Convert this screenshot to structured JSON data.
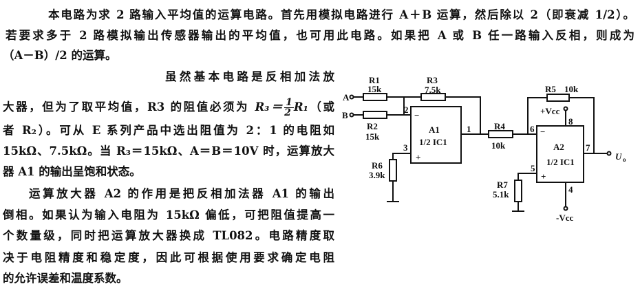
{
  "intro": {
    "lines": [
      "本电路为求 2 路输入平均值的运算电路。首先用模拟电路进行 A＋B 运算，然后除以 2（即衰减 1/2）。",
      "若要求多于 2 路模拟输出传感器输出的平均值，也可用此电路。如果把 A 或 B 任一路输入反相，则成为",
      "（A－B）/2 的运算。"
    ]
  },
  "body": {
    "line1": "虽然基本电路是反相加法放",
    "line2_pre": "大器，但为了取平均值，R3 的阻值必须为 ",
    "formula_lhs": "R₃＝",
    "formula_num": "1",
    "formula_den": "2",
    "formula_rhs": "R₁",
    "line2_post": "（或",
    "line3": "者 R₂）。可从 E 系列产品中选出阻值为 2：1 的电阻如",
    "line4": "15kΩ、7.5kΩ。当 R₃＝15kΩ、A＝B＝10V 时，运算放大",
    "line5": "器 A1 的输出呈饱和状态。",
    "line6": "运算放大器 A2 的作用是把反相加法器 A1 的输出",
    "line7": "倒相。如果认为输入电阻为 15kΩ 偏低，可把阻值提高一",
    "line8": "个数量级，同时把运算放大器换成 TL082。电路精度取",
    "line9": "决于电阻精度和稳定度，因此可根据使用要求确定电阻",
    "line10": "的允许误差和温度系数。"
  },
  "circuit": {
    "input_a": "A",
    "input_b": "B",
    "r1": {
      "name": "R1",
      "value": "15k"
    },
    "r2": {
      "name": "R2",
      "value": "15k"
    },
    "r3": {
      "name": "R3",
      "value": "7.5k"
    },
    "r4": {
      "name": "R4",
      "value": "10k"
    },
    "r5": {
      "name": "R5",
      "value": "10k"
    },
    "r6": {
      "name": "R6",
      "value": "3.9k"
    },
    "r7": {
      "name": "R7",
      "value": "5.1k"
    },
    "a1": {
      "name": "A1",
      "part": "1/2 IC1",
      "pin_inv": "2",
      "pin_noninv": "3",
      "pin_out": "1",
      "minus": "−",
      "plus": "+"
    },
    "a2": {
      "name": "A2",
      "part": "1/2 IC1",
      "pin_inv": "6",
      "pin_noninv": "5",
      "pin_out": "7",
      "pin_vcc": "8",
      "pin_vee": "4",
      "minus": "−",
      "plus": "+"
    },
    "vcc": "+Vcc",
    "vee": "-Vcc",
    "output": "U",
    "output_sub": "o"
  }
}
